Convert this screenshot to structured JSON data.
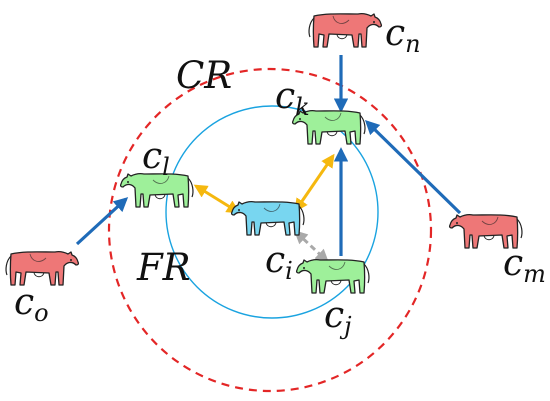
{
  "colors": {
    "comm_range": "#e32626",
    "focus_range": "#1aa3e0",
    "arrow_blue": "#1f6bb8",
    "arrow_yellow": "#f5b80f",
    "arrow_gray": "#a9a9a9",
    "cow_red": "#ee7777",
    "cow_green": "#9ef09a",
    "cow_blue": "#78d6f0"
  },
  "regions": {
    "comm_range_label": "CR",
    "focus_range_label": "FR"
  },
  "cows": [
    {
      "id": "n",
      "label": "c",
      "sub": "n",
      "color_key": "cow_red"
    },
    {
      "id": "k",
      "label": "c",
      "sub": "k",
      "color_key": "cow_green"
    },
    {
      "id": "l",
      "label": "c",
      "sub": "l",
      "color_key": "cow_green"
    },
    {
      "id": "i",
      "label": "c",
      "sub": "i",
      "color_key": "cow_blue"
    },
    {
      "id": "j",
      "label": "c",
      "sub": "j",
      "color_key": "cow_green"
    },
    {
      "id": "o",
      "label": "c",
      "sub": "o",
      "color_key": "cow_red"
    },
    {
      "id": "m",
      "label": "c",
      "sub": "m",
      "color_key": "cow_red"
    }
  ],
  "edges": [
    {
      "from": "o",
      "to": "l",
      "style": "blue",
      "dir": "forward"
    },
    {
      "from": "n",
      "to": "k",
      "style": "blue",
      "dir": "forward"
    },
    {
      "from": "m",
      "to": "k",
      "style": "blue",
      "dir": "forward"
    },
    {
      "from": "j",
      "to": "k",
      "style": "blue",
      "dir": "forward"
    },
    {
      "from": "l",
      "to": "i",
      "style": "yellow",
      "dir": "both"
    },
    {
      "from": "i",
      "to": "k",
      "style": "yellow",
      "dir": "both"
    },
    {
      "from": "i",
      "to": "j",
      "style": "gray",
      "dir": "both"
    }
  ]
}
